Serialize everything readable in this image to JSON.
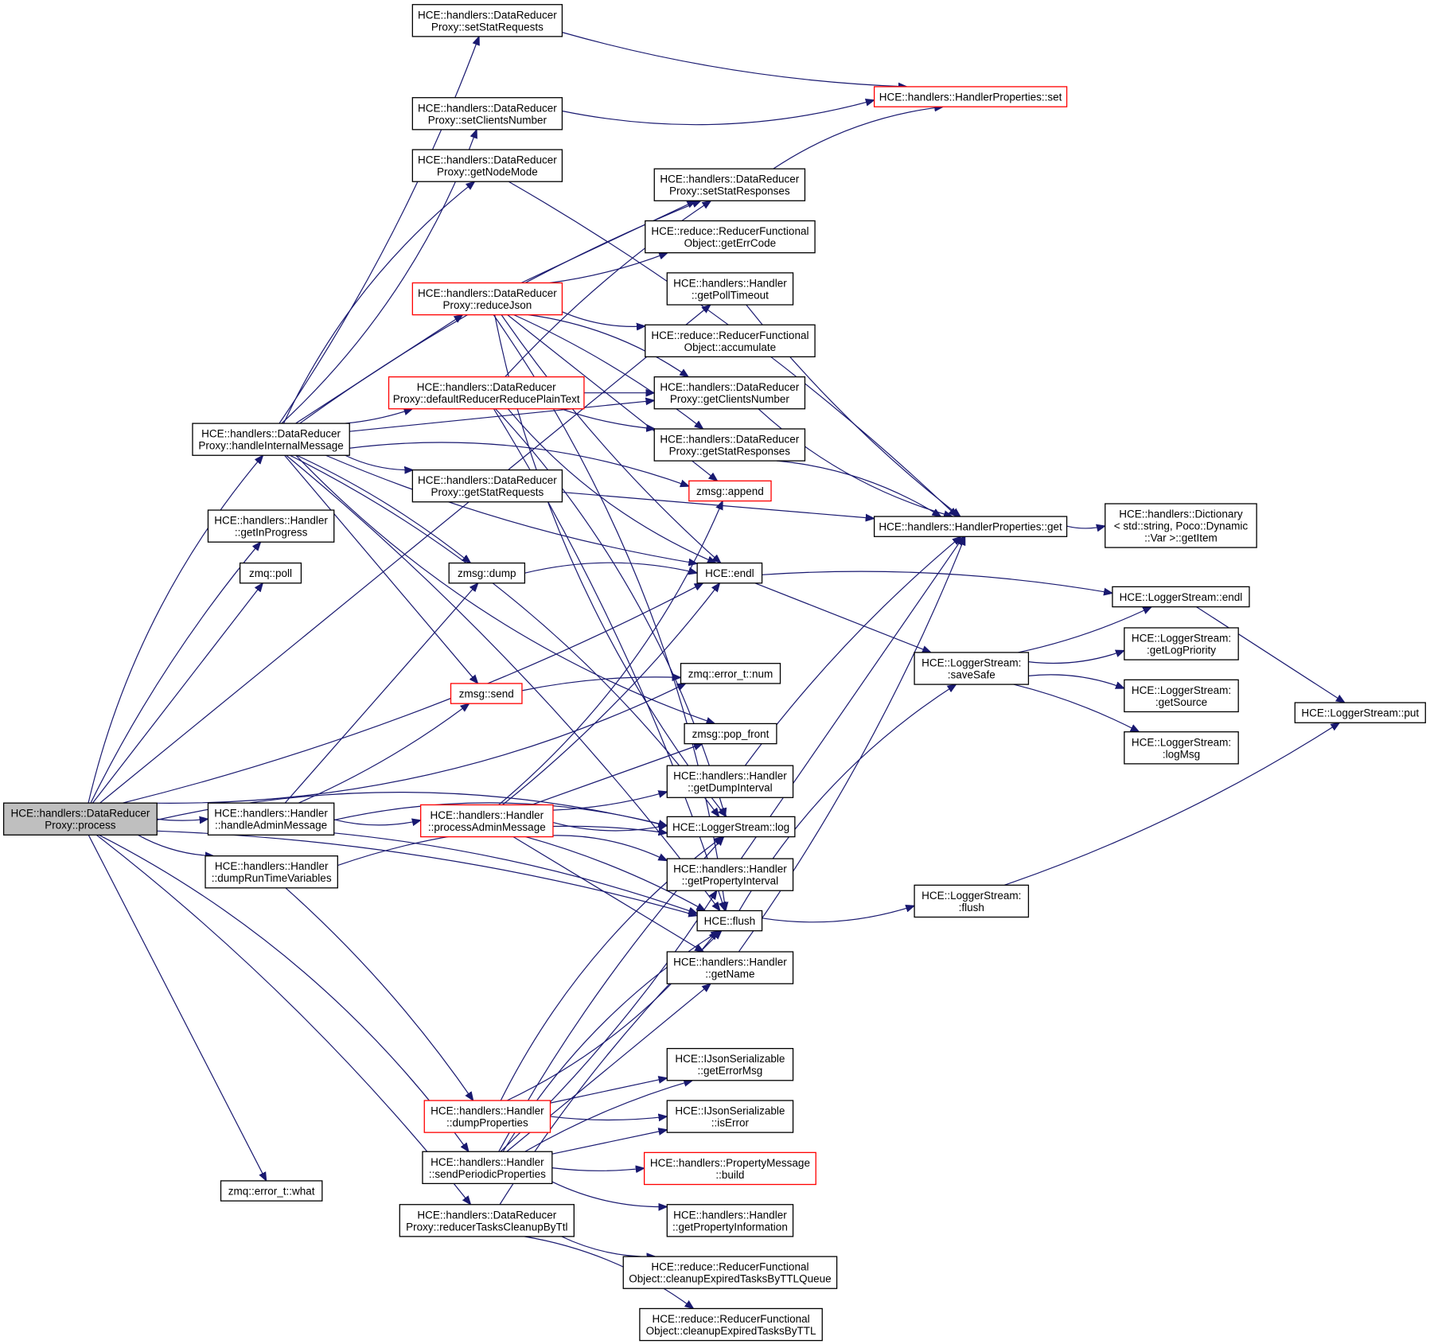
{
  "graph": {
    "title": "Call graph of HCE::handlers::DataReducerProxy::process",
    "colors": {
      "edge": "#191970",
      "node_border": "#000000",
      "truncated_border": "#ff0000",
      "root_fill": "#bfbfbf"
    },
    "nodes": [
      {
        "id": "process",
        "lines": [
          "HCE::handlers::DataReducer",
          "Proxy::process"
        ],
        "type": "root"
      },
      {
        "id": "setStatRequests",
        "lines": [
          "HCE::handlers::DataReducer",
          "Proxy::setStatRequests"
        ],
        "type": "normal"
      },
      {
        "id": "setClientsNumber",
        "lines": [
          "HCE::handlers::DataReducer",
          "Proxy::setClientsNumber"
        ],
        "type": "normal"
      },
      {
        "id": "getNodeMode",
        "lines": [
          "HCE::handlers::DataReducer",
          "Proxy::getNodeMode"
        ],
        "type": "normal"
      },
      {
        "id": "hpSet",
        "lines": [
          "HCE::handlers::HandlerProperties::set"
        ],
        "type": "truncated"
      },
      {
        "id": "setStatResponses",
        "lines": [
          "HCE::handlers::DataReducer",
          "Proxy::setStatResponses"
        ],
        "type": "normal"
      },
      {
        "id": "getErrCode",
        "lines": [
          "HCE::reduce::ReducerFunctional",
          "Object::getErrCode"
        ],
        "type": "normal"
      },
      {
        "id": "reduceJson",
        "lines": [
          "HCE::handlers::DataReducer",
          "Proxy::reduceJson"
        ],
        "type": "truncated"
      },
      {
        "id": "getPollTimeout",
        "lines": [
          "HCE::handlers::Handler",
          "::getPollTimeout"
        ],
        "type": "normal"
      },
      {
        "id": "accumulate",
        "lines": [
          "HCE::reduce::ReducerFunctional",
          "Object::accumulate"
        ],
        "type": "normal"
      },
      {
        "id": "defaultReducer",
        "lines": [
          "HCE::handlers::DataReducer",
          "Proxy::defaultReducerReducePlainText"
        ],
        "type": "truncated"
      },
      {
        "id": "getClientsNumber",
        "lines": [
          "HCE::handlers::DataReducer",
          "Proxy::getClientsNumber"
        ],
        "type": "normal"
      },
      {
        "id": "handleInternalMessage",
        "lines": [
          "HCE::handlers::DataReducer",
          "Proxy::handleInternalMessage"
        ],
        "type": "normal"
      },
      {
        "id": "getStatResponses",
        "lines": [
          "HCE::handlers::DataReducer",
          "Proxy::getStatResponses"
        ],
        "type": "normal"
      },
      {
        "id": "getStatRequests",
        "lines": [
          "HCE::handlers::DataReducer",
          "Proxy::getStatRequests"
        ],
        "type": "normal"
      },
      {
        "id": "append",
        "lines": [
          "zmsg::append"
        ],
        "type": "truncated"
      },
      {
        "id": "hpGet",
        "lines": [
          "HCE::handlers::HandlerProperties::get"
        ],
        "type": "normal"
      },
      {
        "id": "getItem",
        "lines": [
          "HCE::handlers::Dictionary",
          "< std::string, Poco::Dynamic",
          "::Var >::getItem"
        ],
        "type": "normal"
      },
      {
        "id": "getInProgress",
        "lines": [
          "HCE::handlers::Handler",
          "::getInProgress"
        ],
        "type": "normal"
      },
      {
        "id": "zmqPoll",
        "lines": [
          "zmq::poll"
        ],
        "type": "normal"
      },
      {
        "id": "dump",
        "lines": [
          "zmsg::dump"
        ],
        "type": "normal"
      },
      {
        "id": "hceEndl",
        "lines": [
          "HCE::endl"
        ],
        "type": "normal"
      },
      {
        "id": "lsEndl",
        "lines": [
          "HCE::LoggerStream::endl"
        ],
        "type": "normal"
      },
      {
        "id": "getLogPriority",
        "lines": [
          "HCE::LoggerStream:",
          ":getLogPriority"
        ],
        "type": "normal"
      },
      {
        "id": "saveSafe",
        "lines": [
          "HCE::LoggerStream:",
          ":saveSafe"
        ],
        "type": "normal"
      },
      {
        "id": "errNum",
        "lines": [
          "zmq::error_t::num"
        ],
        "type": "normal"
      },
      {
        "id": "send",
        "lines": [
          "zmsg::send"
        ],
        "type": "truncated"
      },
      {
        "id": "getSource",
        "lines": [
          "HCE::LoggerStream:",
          ":getSource"
        ],
        "type": "normal"
      },
      {
        "id": "put",
        "lines": [
          "HCE::LoggerStream::put"
        ],
        "type": "normal"
      },
      {
        "id": "popFront",
        "lines": [
          "zmsg::pop_front"
        ],
        "type": "normal"
      },
      {
        "id": "logMsg",
        "lines": [
          "HCE::LoggerStream:",
          ":logMsg"
        ],
        "type": "normal"
      },
      {
        "id": "getDumpInterval",
        "lines": [
          "HCE::handlers::Handler",
          "::getDumpInterval"
        ],
        "type": "normal"
      },
      {
        "id": "handleAdminMessage",
        "lines": [
          "HCE::handlers::Handler",
          "::handleAdminMessage"
        ],
        "type": "normal"
      },
      {
        "id": "processAdminMessage",
        "lines": [
          "HCE::handlers::Handler",
          "::processAdminMessage"
        ],
        "type": "truncated"
      },
      {
        "id": "lsLog",
        "lines": [
          "HCE::LoggerStream::log"
        ],
        "type": "normal"
      },
      {
        "id": "dumpRunTimeVariables",
        "lines": [
          "HCE::handlers::Handler",
          "::dumpRunTimeVariables"
        ],
        "type": "normal"
      },
      {
        "id": "getPropertyInterval",
        "lines": [
          "HCE::handlers::Handler",
          "::getPropertyInterval"
        ],
        "type": "normal"
      },
      {
        "id": "hceFlush",
        "lines": [
          "HCE::flush"
        ],
        "type": "normal"
      },
      {
        "id": "lsFlush",
        "lines": [
          "HCE::LoggerStream:",
          ":flush"
        ],
        "type": "normal"
      },
      {
        "id": "getName",
        "lines": [
          "HCE::handlers::Handler",
          "::getName"
        ],
        "type": "normal"
      },
      {
        "id": "getErrorMsg",
        "lines": [
          "HCE::IJsonSerializable",
          "::getErrorMsg"
        ],
        "type": "normal"
      },
      {
        "id": "dumpProperties",
        "lines": [
          "HCE::handlers::Handler",
          "::dumpProperties"
        ],
        "type": "truncated"
      },
      {
        "id": "isError",
        "lines": [
          "HCE::IJsonSerializable",
          "::isError"
        ],
        "type": "normal"
      },
      {
        "id": "sendPeriodicProperties",
        "lines": [
          "HCE::handlers::Handler",
          "::sendPeriodicProperties"
        ],
        "type": "normal"
      },
      {
        "id": "pmBuild",
        "lines": [
          "HCE::handlers::PropertyMessage",
          "::build"
        ],
        "type": "truncated"
      },
      {
        "id": "errWhat",
        "lines": [
          "zmq::error_t::what"
        ],
        "type": "normal"
      },
      {
        "id": "reducerTasksCleanupByTtl",
        "lines": [
          "HCE::handlers::DataReducer",
          "Proxy::reducerTasksCleanupByTtl"
        ],
        "type": "normal"
      },
      {
        "id": "getPropertyInformation",
        "lines": [
          "HCE::handlers::Handler",
          "::getPropertyInformation"
        ],
        "type": "normal"
      },
      {
        "id": "cleanupQueue",
        "lines": [
          "HCE::reduce::ReducerFunctional",
          "Object::cleanupExpiredTasksByTTLQueue"
        ],
        "type": "normal"
      },
      {
        "id": "cleanupTTL",
        "lines": [
          "HCE::reduce::ReducerFunctional",
          "Object::cleanupExpiredTasksByTTL"
        ],
        "type": "normal"
      }
    ],
    "edges": [
      [
        "process",
        "handleInternalMessage"
      ],
      [
        "process",
        "getInProgress"
      ],
      [
        "process",
        "zmqPoll"
      ],
      [
        "process",
        "handleAdminMessage"
      ],
      [
        "process",
        "dumpRunTimeVariables"
      ],
      [
        "process",
        "sendPeriodicProperties"
      ],
      [
        "process",
        "reducerTasksCleanupByTtl"
      ],
      [
        "process",
        "errWhat"
      ],
      [
        "process",
        "hceEndl"
      ],
      [
        "process",
        "errNum"
      ],
      [
        "process",
        "lsLog"
      ],
      [
        "process",
        "hceFlush"
      ],
      [
        "process",
        "getPollTimeout"
      ],
      [
        "handleInternalMessage",
        "setStatRequests"
      ],
      [
        "handleInternalMessage",
        "setClientsNumber"
      ],
      [
        "handleInternalMessage",
        "getNodeMode"
      ],
      [
        "handleInternalMessage",
        "setStatResponses"
      ],
      [
        "handleInternalMessage",
        "reduceJson"
      ],
      [
        "handleInternalMessage",
        "defaultReducer"
      ],
      [
        "handleInternalMessage",
        "getStatRequests"
      ],
      [
        "handleInternalMessage",
        "append"
      ],
      [
        "handleInternalMessage",
        "dump"
      ],
      [
        "handleInternalMessage",
        "send"
      ],
      [
        "handleInternalMessage",
        "hceEndl"
      ],
      [
        "handleInternalMessage",
        "popFront"
      ],
      [
        "handleInternalMessage",
        "lsLog"
      ],
      [
        "handleInternalMessage",
        "hceFlush"
      ],
      [
        "handleInternalMessage",
        "getClientsNumber"
      ],
      [
        "setStatRequests",
        "hpSet"
      ],
      [
        "setClientsNumber",
        "hpSet"
      ],
      [
        "setStatResponses",
        "hpSet"
      ],
      [
        "getNodeMode",
        "hpGet"
      ],
      [
        "reduceJson",
        "setStatResponses"
      ],
      [
        "reduceJson",
        "getErrCode"
      ],
      [
        "reduceJson",
        "accumulate"
      ],
      [
        "reduceJson",
        "getClientsNumber"
      ],
      [
        "reduceJson",
        "getStatResponses"
      ],
      [
        "reduceJson",
        "append"
      ],
      [
        "reduceJson",
        "hceEndl"
      ],
      [
        "reduceJson",
        "lsLog"
      ],
      [
        "reduceJson",
        "hceFlush"
      ],
      [
        "defaultReducer",
        "setStatResponses"
      ],
      [
        "defaultReducer",
        "getClientsNumber"
      ],
      [
        "defaultReducer",
        "getStatResponses"
      ],
      [
        "defaultReducer",
        "hceEndl"
      ],
      [
        "defaultReducer",
        "lsLog"
      ],
      [
        "defaultReducer",
        "hceFlush"
      ],
      [
        "getStatRequests",
        "hpGet"
      ],
      [
        "getPollTimeout",
        "hpGet"
      ],
      [
        "getClientsNumber",
        "hpGet"
      ],
      [
        "getStatResponses",
        "hpGet"
      ],
      [
        "getDumpInterval",
        "hpGet"
      ],
      [
        "getPropertyInterval",
        "hpGet"
      ],
      [
        "getName",
        "hpGet"
      ],
      [
        "hpGet",
        "getItem"
      ],
      [
        "dump",
        "hceEndl"
      ],
      [
        "hceEndl",
        "lsEndl"
      ],
      [
        "hceEndl",
        "saveSafe"
      ],
      [
        "saveSafe",
        "lsEndl"
      ],
      [
        "saveSafe",
        "getLogPriority"
      ],
      [
        "saveSafe",
        "getSource"
      ],
      [
        "saveSafe",
        "logMsg"
      ],
      [
        "lsEndl",
        "put"
      ],
      [
        "lsFlush",
        "put"
      ],
      [
        "hceFlush",
        "lsFlush"
      ],
      [
        "hceFlush",
        "saveSafe"
      ],
      [
        "send",
        "errNum"
      ],
      [
        "handleAdminMessage",
        "dump"
      ],
      [
        "handleAdminMessage",
        "send"
      ],
      [
        "handleAdminMessage",
        "processAdminMessage"
      ],
      [
        "handleAdminMessage",
        "lsLog"
      ],
      [
        "handleAdminMessage",
        "hceFlush"
      ],
      [
        "processAdminMessage",
        "popFront"
      ],
      [
        "processAdminMessage",
        "getDumpInterval"
      ],
      [
        "processAdminMessage",
        "lsLog"
      ],
      [
        "processAdminMessage",
        "getPropertyInterval"
      ],
      [
        "processAdminMessage",
        "hceFlush"
      ],
      [
        "processAdminMessage",
        "getName"
      ],
      [
        "processAdminMessage",
        "hceEndl"
      ],
      [
        "processAdminMessage",
        "append"
      ],
      [
        "dumpRunTimeVariables",
        "lsLog"
      ],
      [
        "dumpRunTimeVariables",
        "dumpProperties"
      ],
      [
        "dumpProperties",
        "getErrorMsg"
      ],
      [
        "dumpProperties",
        "isError"
      ],
      [
        "dumpProperties",
        "hceFlush"
      ],
      [
        "dumpProperties",
        "lsLog"
      ],
      [
        "sendPeriodicProperties",
        "getErrorMsg"
      ],
      [
        "sendPeriodicProperties",
        "isError"
      ],
      [
        "sendPeriodicProperties",
        "pmBuild"
      ],
      [
        "sendPeriodicProperties",
        "getPropertyInformation"
      ],
      [
        "sendPeriodicProperties",
        "hceFlush"
      ],
      [
        "sendPeriodicProperties",
        "lsLog"
      ],
      [
        "sendPeriodicProperties",
        "getName"
      ],
      [
        "sendPeriodicProperties",
        "getPropertyInterval"
      ],
      [
        "reducerTasksCleanupByTtl",
        "cleanupQueue"
      ],
      [
        "reducerTasksCleanupByTtl",
        "cleanupTTL"
      ],
      [
        "reducerTasksCleanupByTtl",
        "hceFlush"
      ]
    ]
  }
}
